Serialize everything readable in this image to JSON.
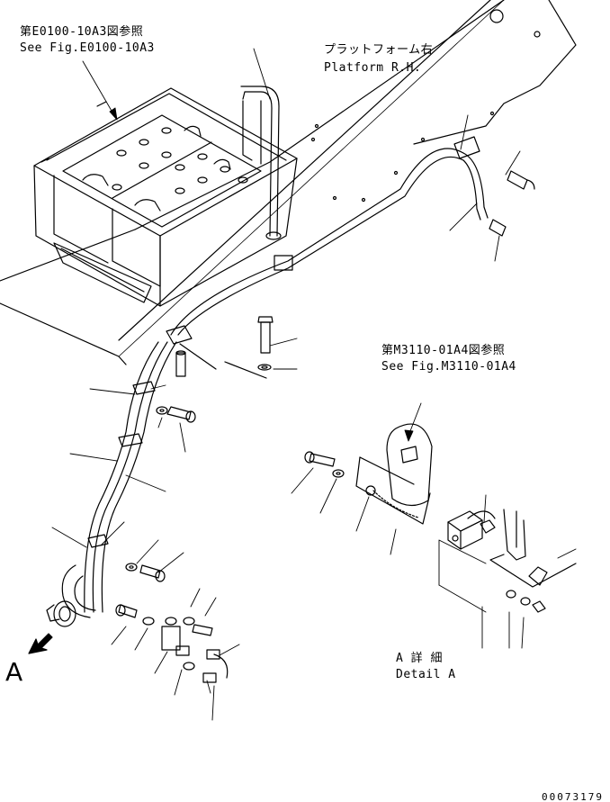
{
  "references": {
    "battery_ref_jp": "第E0100-10A3図参照",
    "battery_ref_en": "See Fig.E0100-10A3",
    "connector_ref_jp": "第M3110-01A4図参照",
    "connector_ref_en": "See Fig.M3110-01A4"
  },
  "platform": {
    "label_jp": "プラットフォーム右",
    "label_en": "Platform R.H."
  },
  "detail": {
    "view_letter": "A",
    "title_jp": "A 詳 細",
    "title_en": "Detail A"
  },
  "drawing_number": "00073179",
  "icons": {
    "view_arrow": "view-direction-arrow-icon"
  }
}
